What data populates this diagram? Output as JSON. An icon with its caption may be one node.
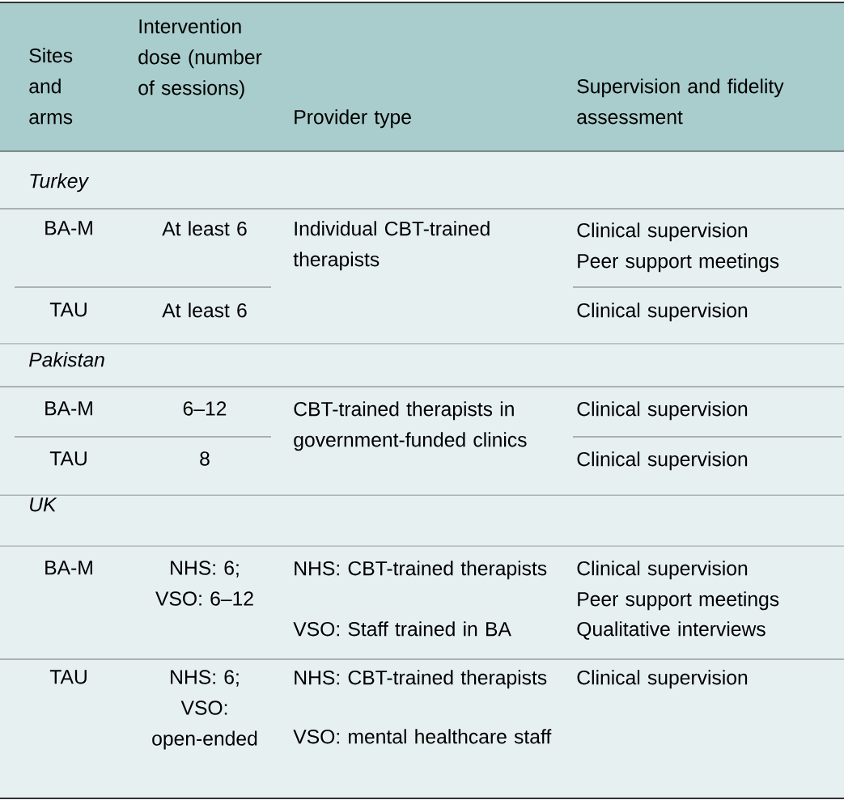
{
  "diagram": {
    "labels": [
      "Sites and arms",
      "Intervention dose (number of sessions)",
      "Provider type",
      "Supervision and fidelity assessment",
      "Turkey",
      "BA-M",
      "At least 6",
      "Individual CBT-trained therapists",
      "Clinical supervision",
      "Peer support meetings",
      "TAU",
      "At least 6",
      "Clinical supervision",
      "Pakistan",
      "BA-M",
      "6–12",
      "CBT-trained therapists in government-funded clinics",
      "Clinical supervision",
      "TAU",
      "8",
      "Clinical supervision",
      "UK",
      "BA-M",
      "NHS: 6; VSO: 6–12",
      "NHS: CBT-trained therapists",
      "VSO: Staff trained in BA",
      "Clinical supervision",
      "Peer support meetings",
      "Qualitative interviews",
      "TAU",
      "NHS: 6; VSO: open-ended",
      "NHS: CBT-trained therapists",
      "VSO: mental healthcare staff",
      "Clinical supervision"
    ]
  }
}
